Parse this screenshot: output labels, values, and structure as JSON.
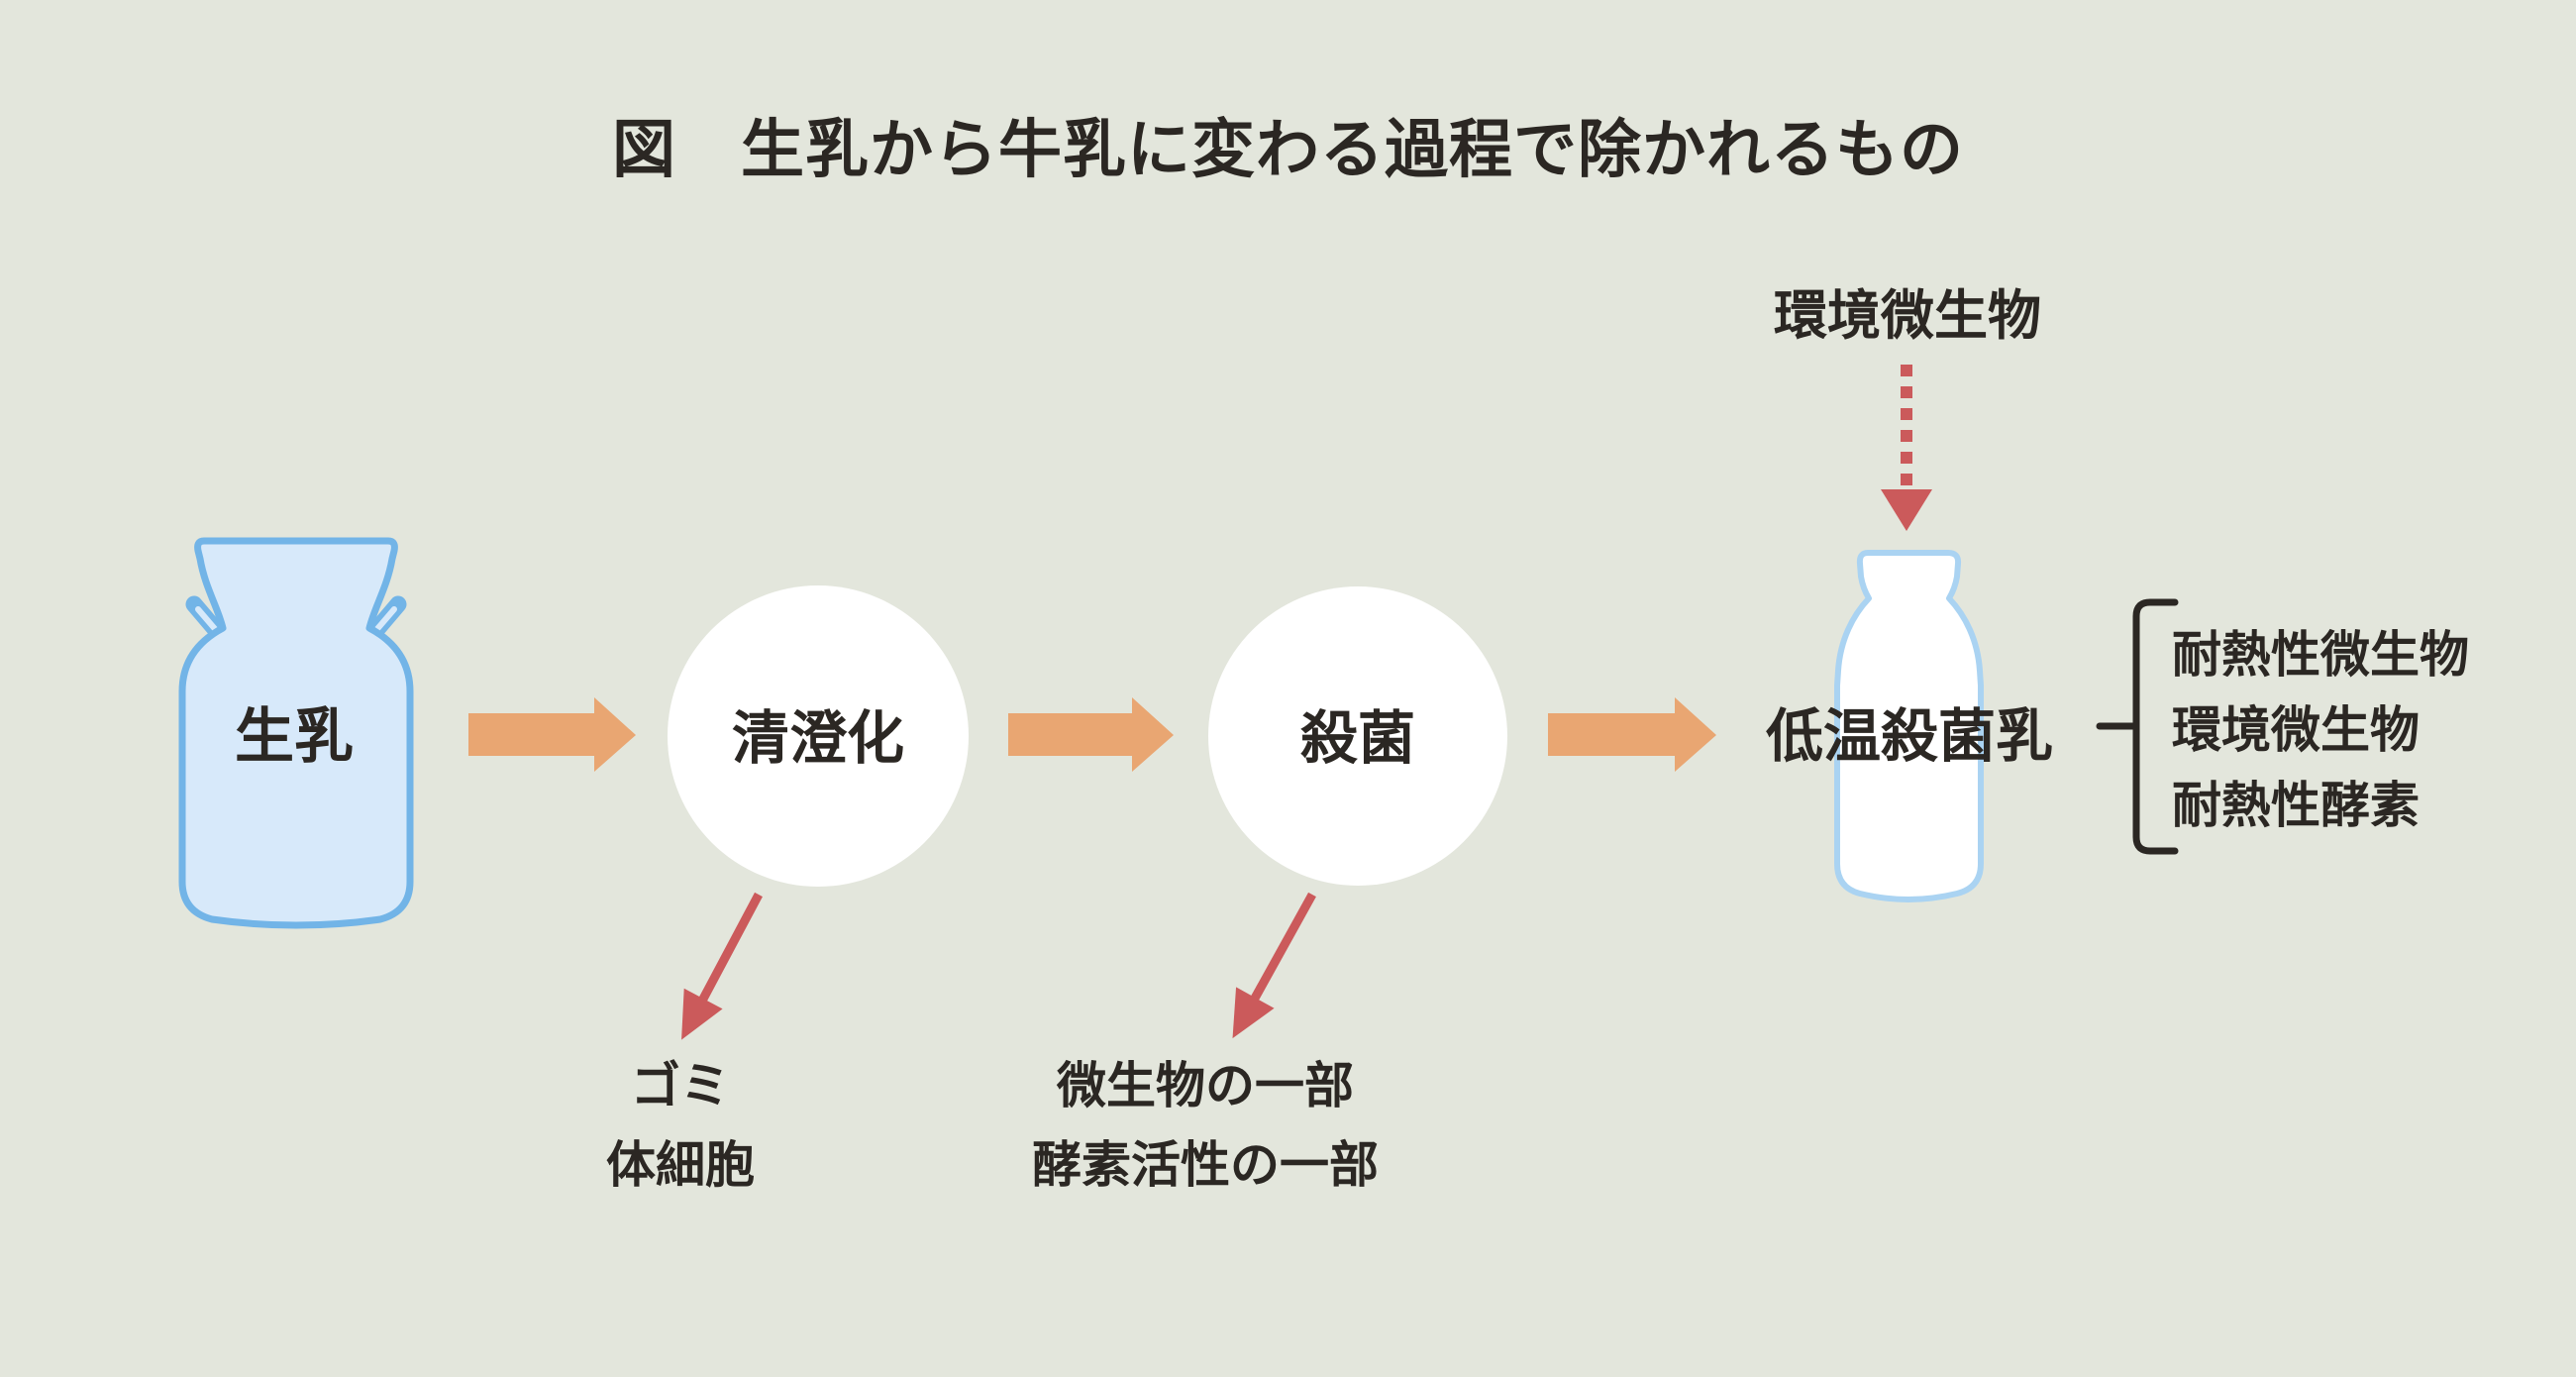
{
  "title": "図　生乳から牛乳に変わる過程で除かれるもの",
  "flow": {
    "source": {
      "label": "生乳"
    },
    "steps": [
      {
        "label": "清澄化"
      },
      {
        "label": "殺菌"
      }
    ],
    "result": {
      "label": "低温殺菌乳"
    }
  },
  "removed": {
    "clarification": {
      "lines": [
        "ゴミ",
        "体細胞"
      ]
    },
    "sterilization": {
      "lines": [
        "微生物の一部",
        "酵素活性の一部"
      ]
    }
  },
  "contamination": {
    "label": "環境微生物"
  },
  "remaining": {
    "items": [
      "耐熱性微生物",
      "環境微生物",
      "耐熱性酵素"
    ]
  },
  "colors": {
    "background": "#e3e6dc",
    "flow_arrow_orange": "#e9a672",
    "removal_arrow_red": "#cb5a5b",
    "can_fill": "#d7e9fa",
    "can_stroke": "#72b4e7",
    "bottle_fill": "#ffffff",
    "bottle_stroke": "#aad3f2",
    "circle_fill": "#ffffff",
    "text": "#2b2723"
  }
}
